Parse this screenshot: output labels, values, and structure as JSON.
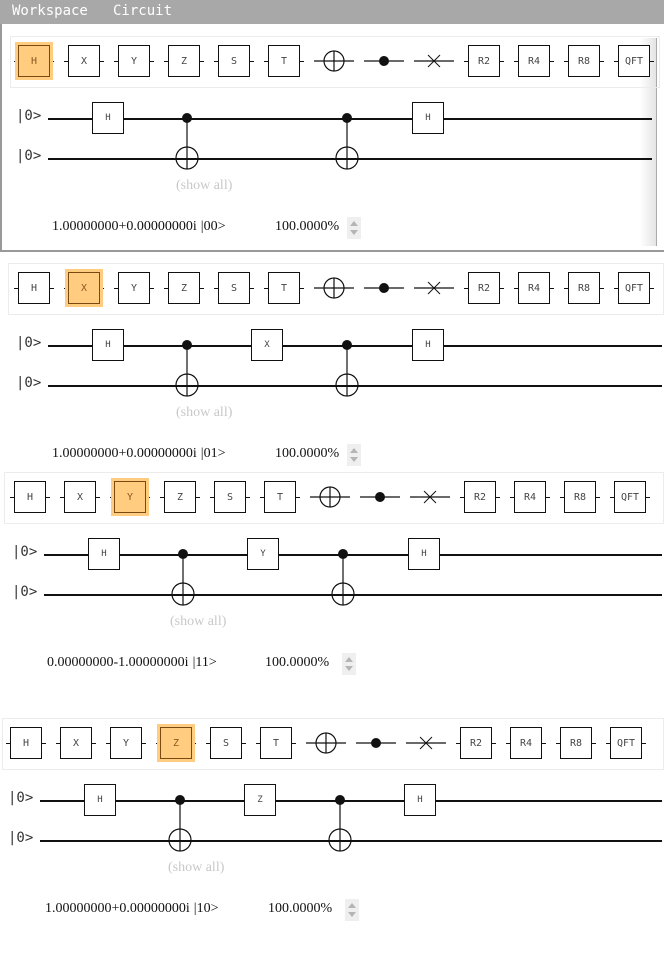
{
  "menu": {
    "workspace": "Workspace",
    "circuit": "Circuit"
  },
  "palette": [
    "H",
    "X",
    "Y",
    "Z",
    "S",
    "T",
    "cnot-target",
    "control-dot",
    "swap",
    "R2",
    "R4",
    "R8",
    "QFT"
  ],
  "panels": [
    {
      "selected_gate": "H",
      "circuit": {
        "qubits": [
          "|0>",
          "|0>"
        ],
        "middle_gate": ""
      },
      "show_all": "(show all)",
      "amplitude": "1.00000000+0.00000000i",
      "state": "|00>",
      "probability": "100.0000%"
    },
    {
      "selected_gate": "X",
      "circuit": {
        "qubits": [
          "|0>",
          "|0>"
        ],
        "middle_gate": "X"
      },
      "show_all": "(show all)",
      "amplitude": "1.00000000+0.00000000i",
      "state": "|01>",
      "probability": "100.0000%"
    },
    {
      "selected_gate": "Y",
      "circuit": {
        "qubits": [
          "|0>",
          "|0>"
        ],
        "middle_gate": "Y"
      },
      "show_all": "(show all)",
      "amplitude": "0.00000000-1.00000000i",
      "state": "|11>",
      "probability": "100.0000%"
    },
    {
      "selected_gate": "Z",
      "circuit": {
        "qubits": [
          "|0>",
          "|0>"
        ],
        "middle_gate": "Z"
      },
      "show_all": "(show all)",
      "amplitude": "1.00000000+0.00000000i",
      "state": "|10>",
      "probability": "100.0000%"
    }
  ],
  "circuit_gates": {
    "first": "H",
    "last": "H"
  }
}
